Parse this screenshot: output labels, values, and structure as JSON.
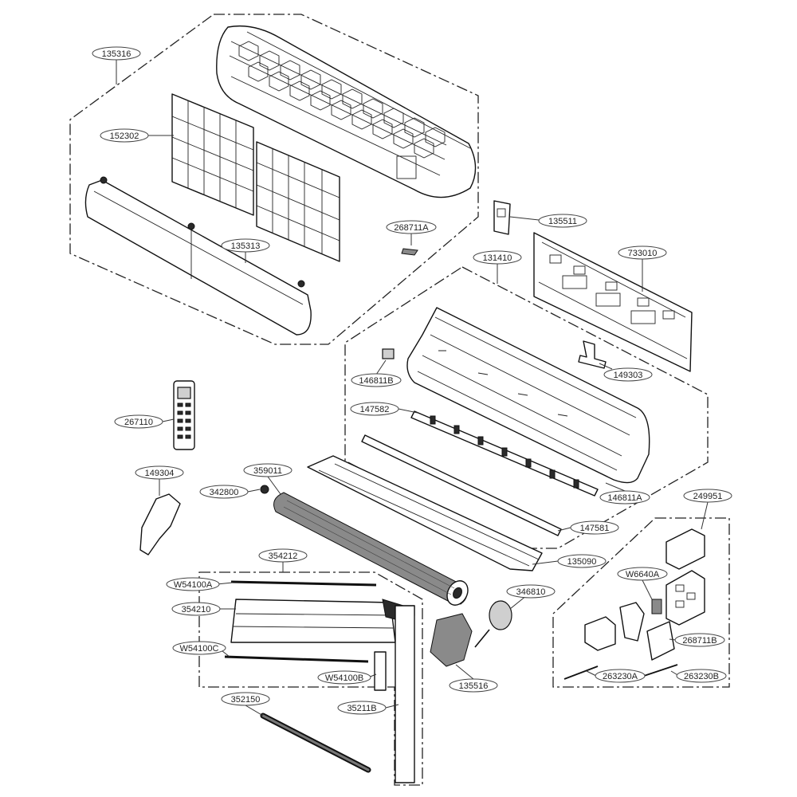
{
  "parts": {
    "p135316": "135316",
    "p152302": "152302",
    "p135313": "135313",
    "p268711A": "268711A",
    "p135511": "135511",
    "p131410": "131410",
    "p733010": "733010",
    "p146811B": "146811B",
    "p149303": "149303",
    "p147582": "147582",
    "p267110": "267110",
    "p149304": "149304",
    "p359011": "359011",
    "p342800": "342800",
    "p146811A": "146811A",
    "p147581": "147581",
    "p135090": "135090",
    "p249951": "249951",
    "p354212": "354212",
    "pW54100A": "W54100A",
    "p354210": "354210",
    "pW54100C": "W54100C",
    "pW54100B": "W54100B",
    "p35211B": "35211B",
    "p352150": "352150",
    "p346810": "346810",
    "p135516": "135516",
    "pW6640A": "W6640A",
    "p268711B": "268711B",
    "p263230A": "263230A",
    "p263230B": "263230B"
  }
}
